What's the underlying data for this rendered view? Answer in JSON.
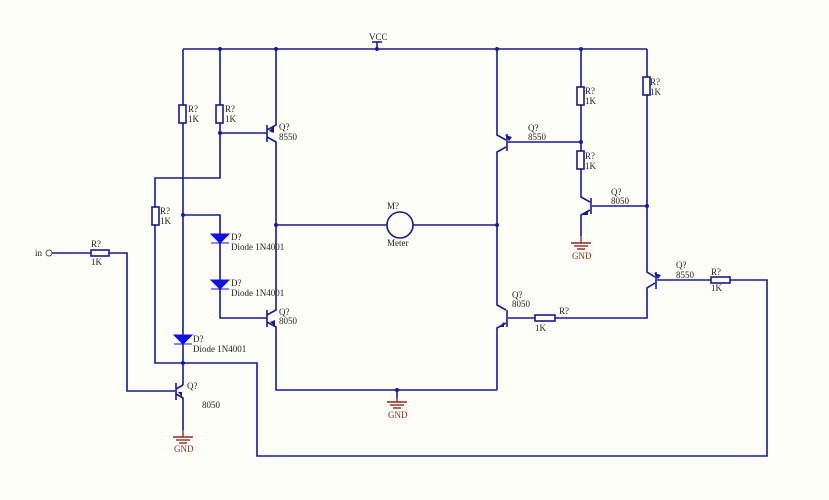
{
  "power": {
    "vcc": "VCC",
    "gnd": "GND"
  },
  "input": {
    "label": "in"
  },
  "resistor": {
    "ref": "R?",
    "value": "1K"
  },
  "diode": {
    "ref": "D?",
    "value": "Diode 1N4001"
  },
  "transistor": {
    "ref": "Q?",
    "pnp": "8550",
    "npn": "8050"
  },
  "meter": {
    "ref": "M?",
    "value": "Meter"
  },
  "colors": {
    "wire": "#1a1a8c",
    "ground": "#8b2a1a",
    "diode": "#1010e0",
    "background": "#fdfdf8"
  }
}
